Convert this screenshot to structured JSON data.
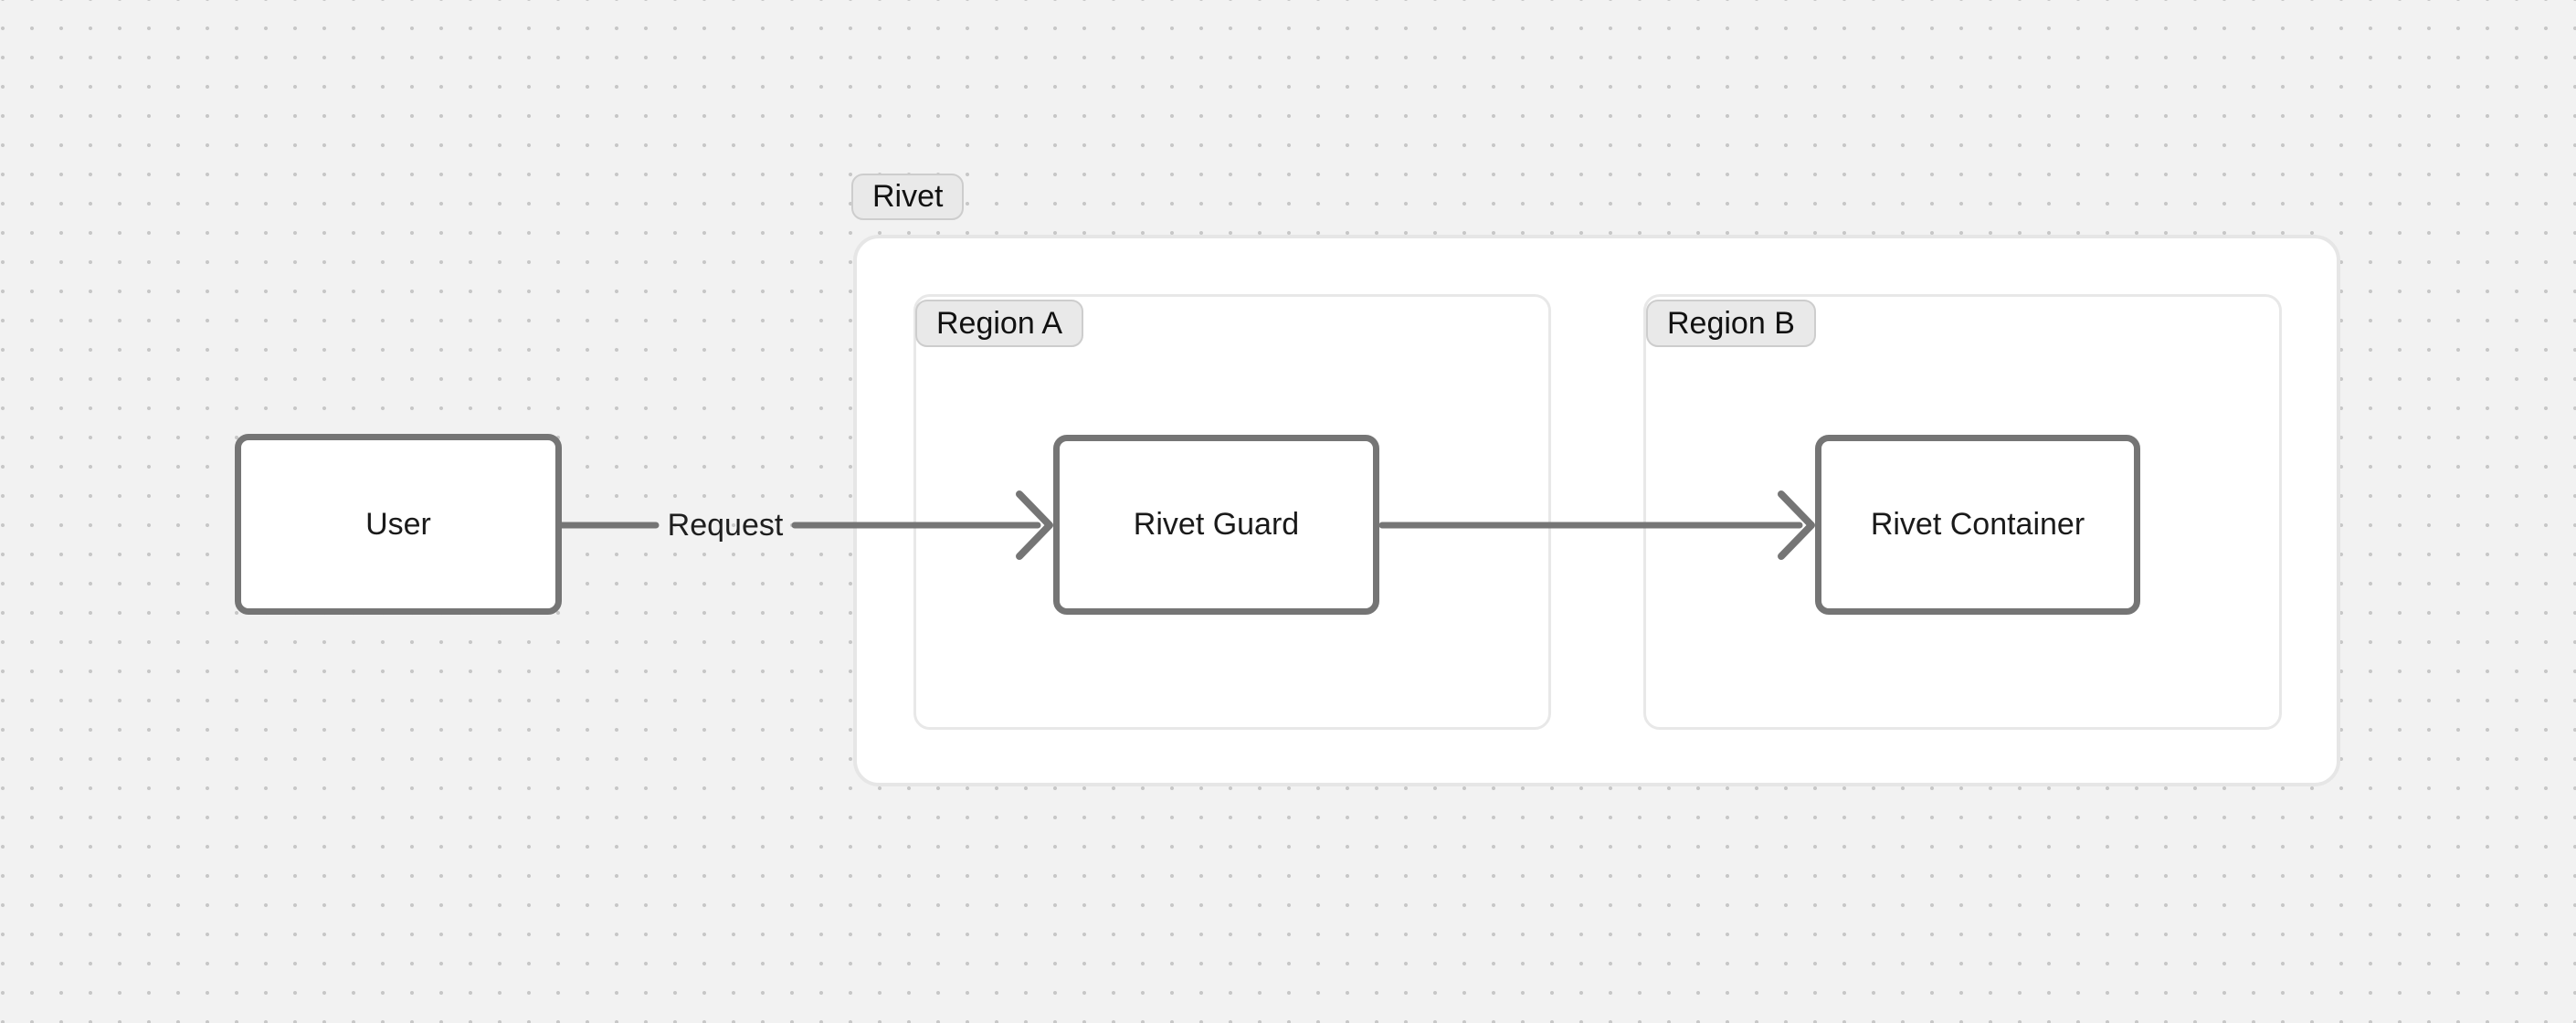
{
  "canvas": {
    "background_color": "#f2f2f2",
    "dot_color": "#c7c7c7"
  },
  "diagram": {
    "outer_group": {
      "label": "Rivet"
    },
    "regions": [
      {
        "label": "Region A"
      },
      {
        "label": "Region B"
      }
    ],
    "nodes": [
      {
        "label": "User"
      },
      {
        "label": "Rivet Guard"
      },
      {
        "label": "Rivet Container"
      }
    ],
    "edges": [
      {
        "from": "User",
        "to": "Rivet Guard",
        "label": "Request"
      },
      {
        "from": "Rivet Guard",
        "to": "Rivet Container",
        "label": ""
      }
    ]
  },
  "colors": {
    "node_border": "#757575",
    "node_fill": "#ffffff",
    "edge_stroke": "#757575",
    "group_border": "#e6e6e6",
    "region_border": "#e8e8e8",
    "group_fill": "#ffffff",
    "label_pill_fill": "#e9e9e9",
    "label_pill_border": "#cdcdcd",
    "text": "#1a1a1a"
  }
}
